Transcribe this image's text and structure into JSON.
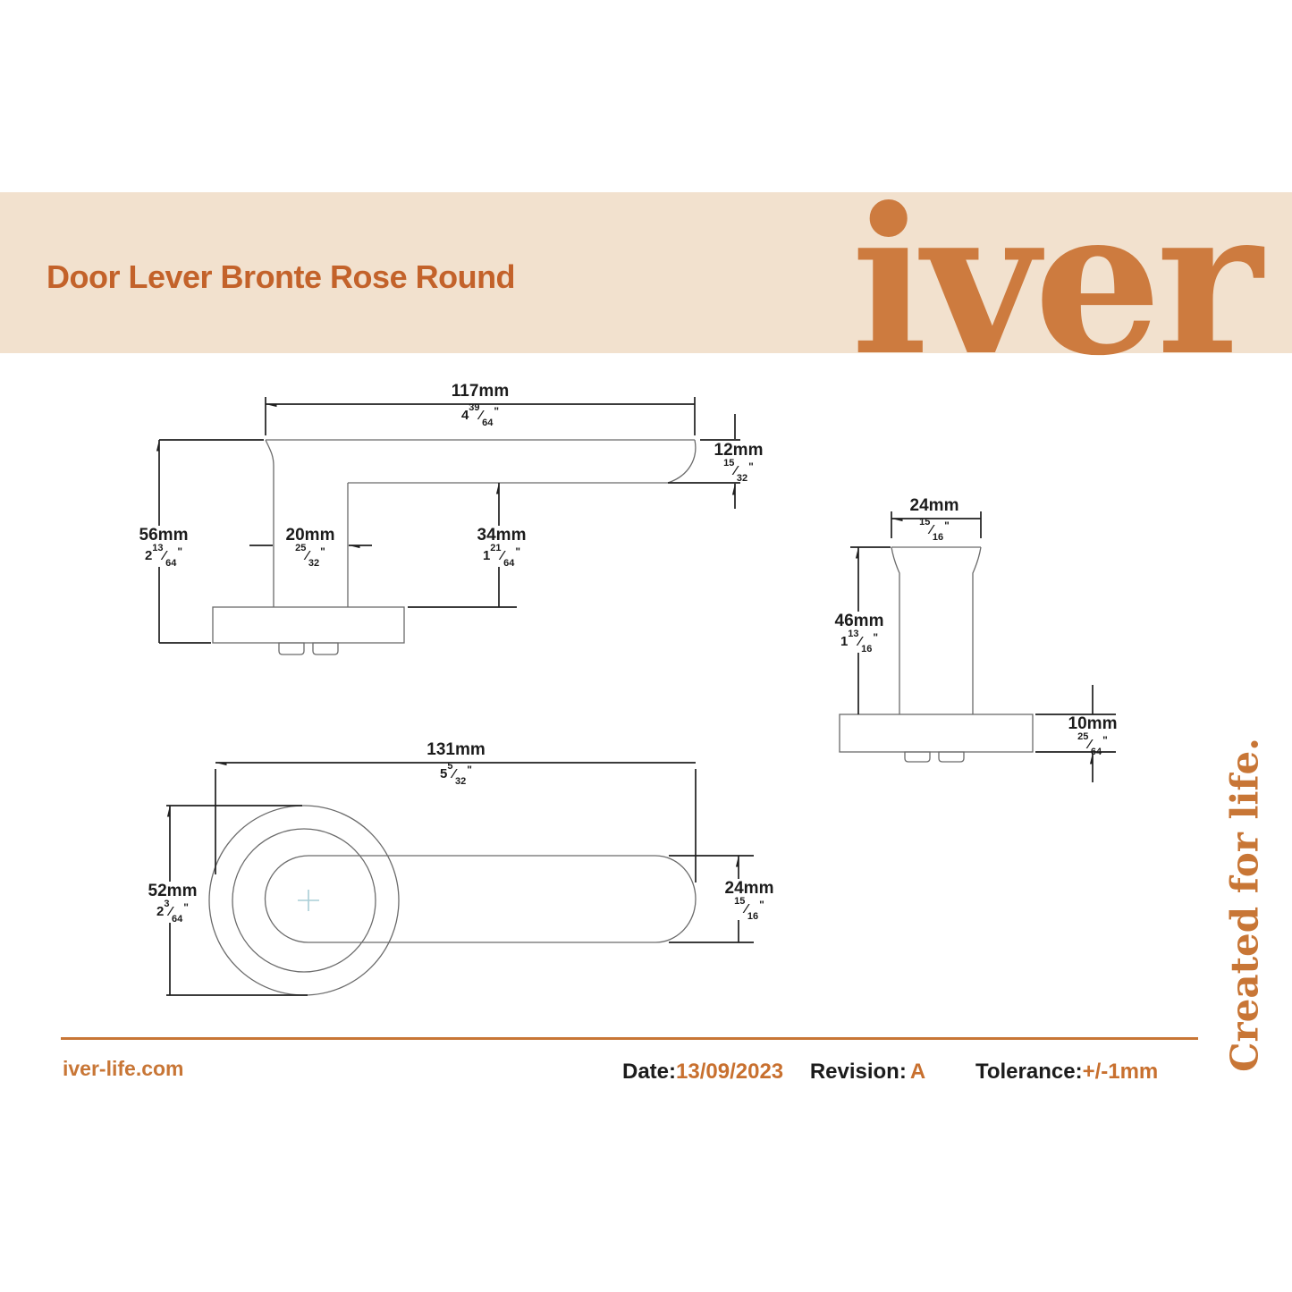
{
  "header": {
    "title": "Door Lever Bronte Rose Round",
    "logo_text": "iver"
  },
  "glyphs": {
    "frac_slash": "⁄",
    "inch_mark": "\""
  },
  "views": {
    "side": {
      "d117": {
        "mm": "117mm",
        "whole": "4",
        "num": "39",
        "den": "64"
      },
      "d12": {
        "mm": "12mm",
        "whole": "",
        "num": "15",
        "den": "32"
      },
      "d56": {
        "mm": "56mm",
        "whole": "2",
        "num": "13",
        "den": "64"
      },
      "d20": {
        "mm": "20mm",
        "whole": "",
        "num": "25",
        "den": "32"
      },
      "d34": {
        "mm": "34mm",
        "whole": "1",
        "num": "21",
        "den": "64"
      }
    },
    "end": {
      "d24": {
        "mm": "24mm",
        "whole": "",
        "num": "15",
        "den": "16"
      },
      "d46": {
        "mm": "46mm",
        "whole": "1",
        "num": "13",
        "den": "16"
      },
      "d10": {
        "mm": "10mm",
        "whole": "",
        "num": "25",
        "den": "64"
      }
    },
    "top": {
      "d131": {
        "mm": "131mm",
        "whole": "5",
        "num": "5",
        "den": "32"
      },
      "d52": {
        "mm": "52mm",
        "whole": "2",
        "num": "3",
        "den": "64"
      },
      "d24": {
        "mm": "24mm",
        "whole": "",
        "num": "15",
        "den": "16"
      }
    }
  },
  "tagline": "Created for life.",
  "footer": {
    "website": "iver-life.com",
    "date_label": "Date:",
    "date_value": "13/09/2023",
    "revision_label": "Revision:",
    "revision_value": "A",
    "tolerance_label": "Tolerance:",
    "tolerance_value": "+/-1mm"
  },
  "colors": {
    "band_background": "#f2e1ce",
    "title_orange": "#c3622a",
    "logo_orange": "#cd7b3f",
    "footer_orange": "#c87636",
    "outline_gray": "#6b6b6b",
    "dimension_black": "#1f1f1f",
    "center_cross_blue": "#a9cdd6"
  }
}
